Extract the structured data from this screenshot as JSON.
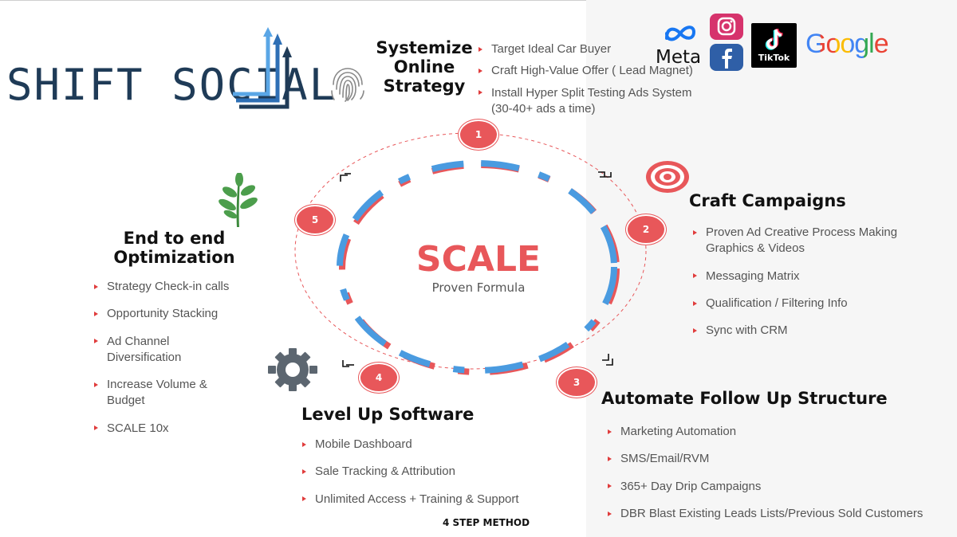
{
  "brand": {
    "logo_text": "SHIFT SOCIAL"
  },
  "platforms": {
    "meta": "Meta",
    "tiktok": "TikTok",
    "google": "Google"
  },
  "center": {
    "title": "SCALE",
    "subtitle": "Proven Formula"
  },
  "steps": [
    {
      "number": "1",
      "title": [
        "Systemize",
        "Online",
        "Strategy"
      ],
      "icon": "fingerprint-icon",
      "bullets": [
        "Target Ideal Car Buyer",
        "Craft High-Value Offer ( Lead Magnet)",
        "Install Hyper Split Testing Ads System (30-40+ ads a time)"
      ]
    },
    {
      "number": "2",
      "title": [
        "Craft Campaigns"
      ],
      "icon": "target-icon",
      "bullets": [
        "Proven Ad Creative Process Making Graphics & Videos",
        "Messaging Matrix",
        "Qualification / Filtering Info",
        "Sync with CRM"
      ]
    },
    {
      "number": "3",
      "title": [
        "Automate Follow Up Structure"
      ],
      "icon": "",
      "bullets": [
        "Marketing Automation",
        "SMS/Email/RVM",
        "365+  Day Drip Campaigns",
        "DBR Blast Existing Leads Lists/Previous Sold Customers"
      ]
    },
    {
      "number": "4",
      "title": [
        "Level Up Software"
      ],
      "icon": "gear-icon",
      "bullets": [
        "Mobile Dashboard",
        "Sale Tracking & Attribution",
        "Unlimited Access + Training & Support"
      ]
    },
    {
      "number": "5",
      "title": [
        "End to end",
        "Optimization"
      ],
      "icon": "plant-icon",
      "bullets": [
        "Strategy Check-in calls",
        "Opportunity Stacking",
        "Ad Channel Diversification",
        "Increase Volume & Budget",
        "SCALE 10x"
      ]
    }
  ],
  "footer": {
    "label": "4 STEP METHOD"
  },
  "colors": {
    "accent": "#e8575a",
    "blue": "#4a9be0",
    "navy": "#1f3b57"
  }
}
